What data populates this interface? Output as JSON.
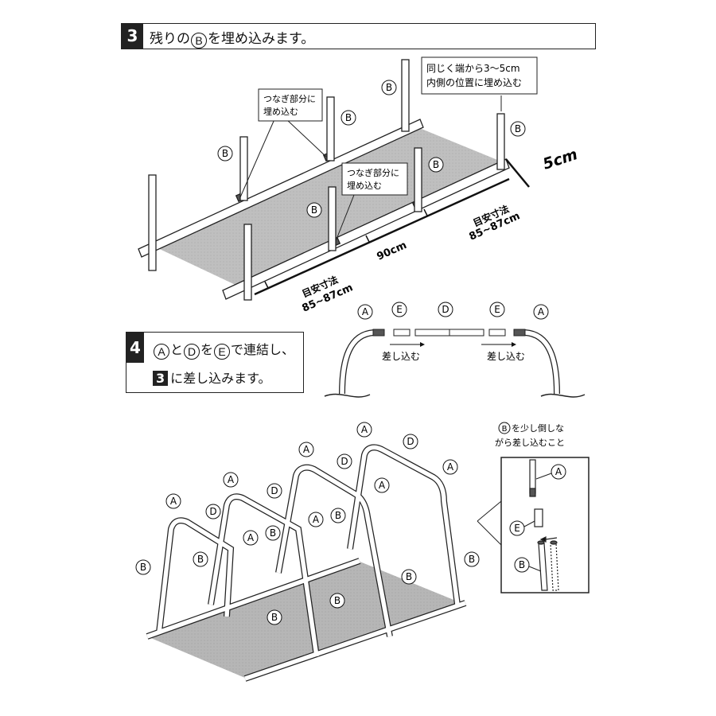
{
  "step3": {
    "number": "3",
    "text_a": "残りの",
    "mark": "B",
    "text_b": "を埋め込みます。",
    "callout_left": [
      "つなぎ部分に",
      "埋め込む"
    ],
    "callout_mid": [
      "つなぎ部分に",
      "埋め込む"
    ],
    "callout_right": [
      "同じく端から3～5cm",
      "内側の位置に埋め込む"
    ],
    "dim_5cm": "5cm",
    "dim_90": "90cm",
    "dim_guide_left": [
      "目安寸法",
      "85~87cm"
    ],
    "dim_guide_right": [
      "目安寸法",
      "85~87cm"
    ],
    "label_b": "B"
  },
  "step4": {
    "number": "4",
    "line1_a": "A",
    "line1_to": "と",
    "line1_d": "D",
    "line1_wo": "を",
    "line1_e": "E",
    "line1_rest": "で連結し、",
    "line2_num": "3",
    "line2_rest": "に差し込みます。",
    "assembly_labels": {
      "a": "A",
      "e": "E",
      "d": "D"
    },
    "insert_left": "差し込む",
    "insert_right": "差し込む"
  },
  "inset": {
    "note_mark": "B",
    "note_line1": "を少し倒しな",
    "note_line2": "がら差し込むこと",
    "label_a": "A",
    "label_e": "E",
    "label_b": "B"
  },
  "frame_labels": {
    "a": "A",
    "b": "B",
    "d": "D"
  }
}
